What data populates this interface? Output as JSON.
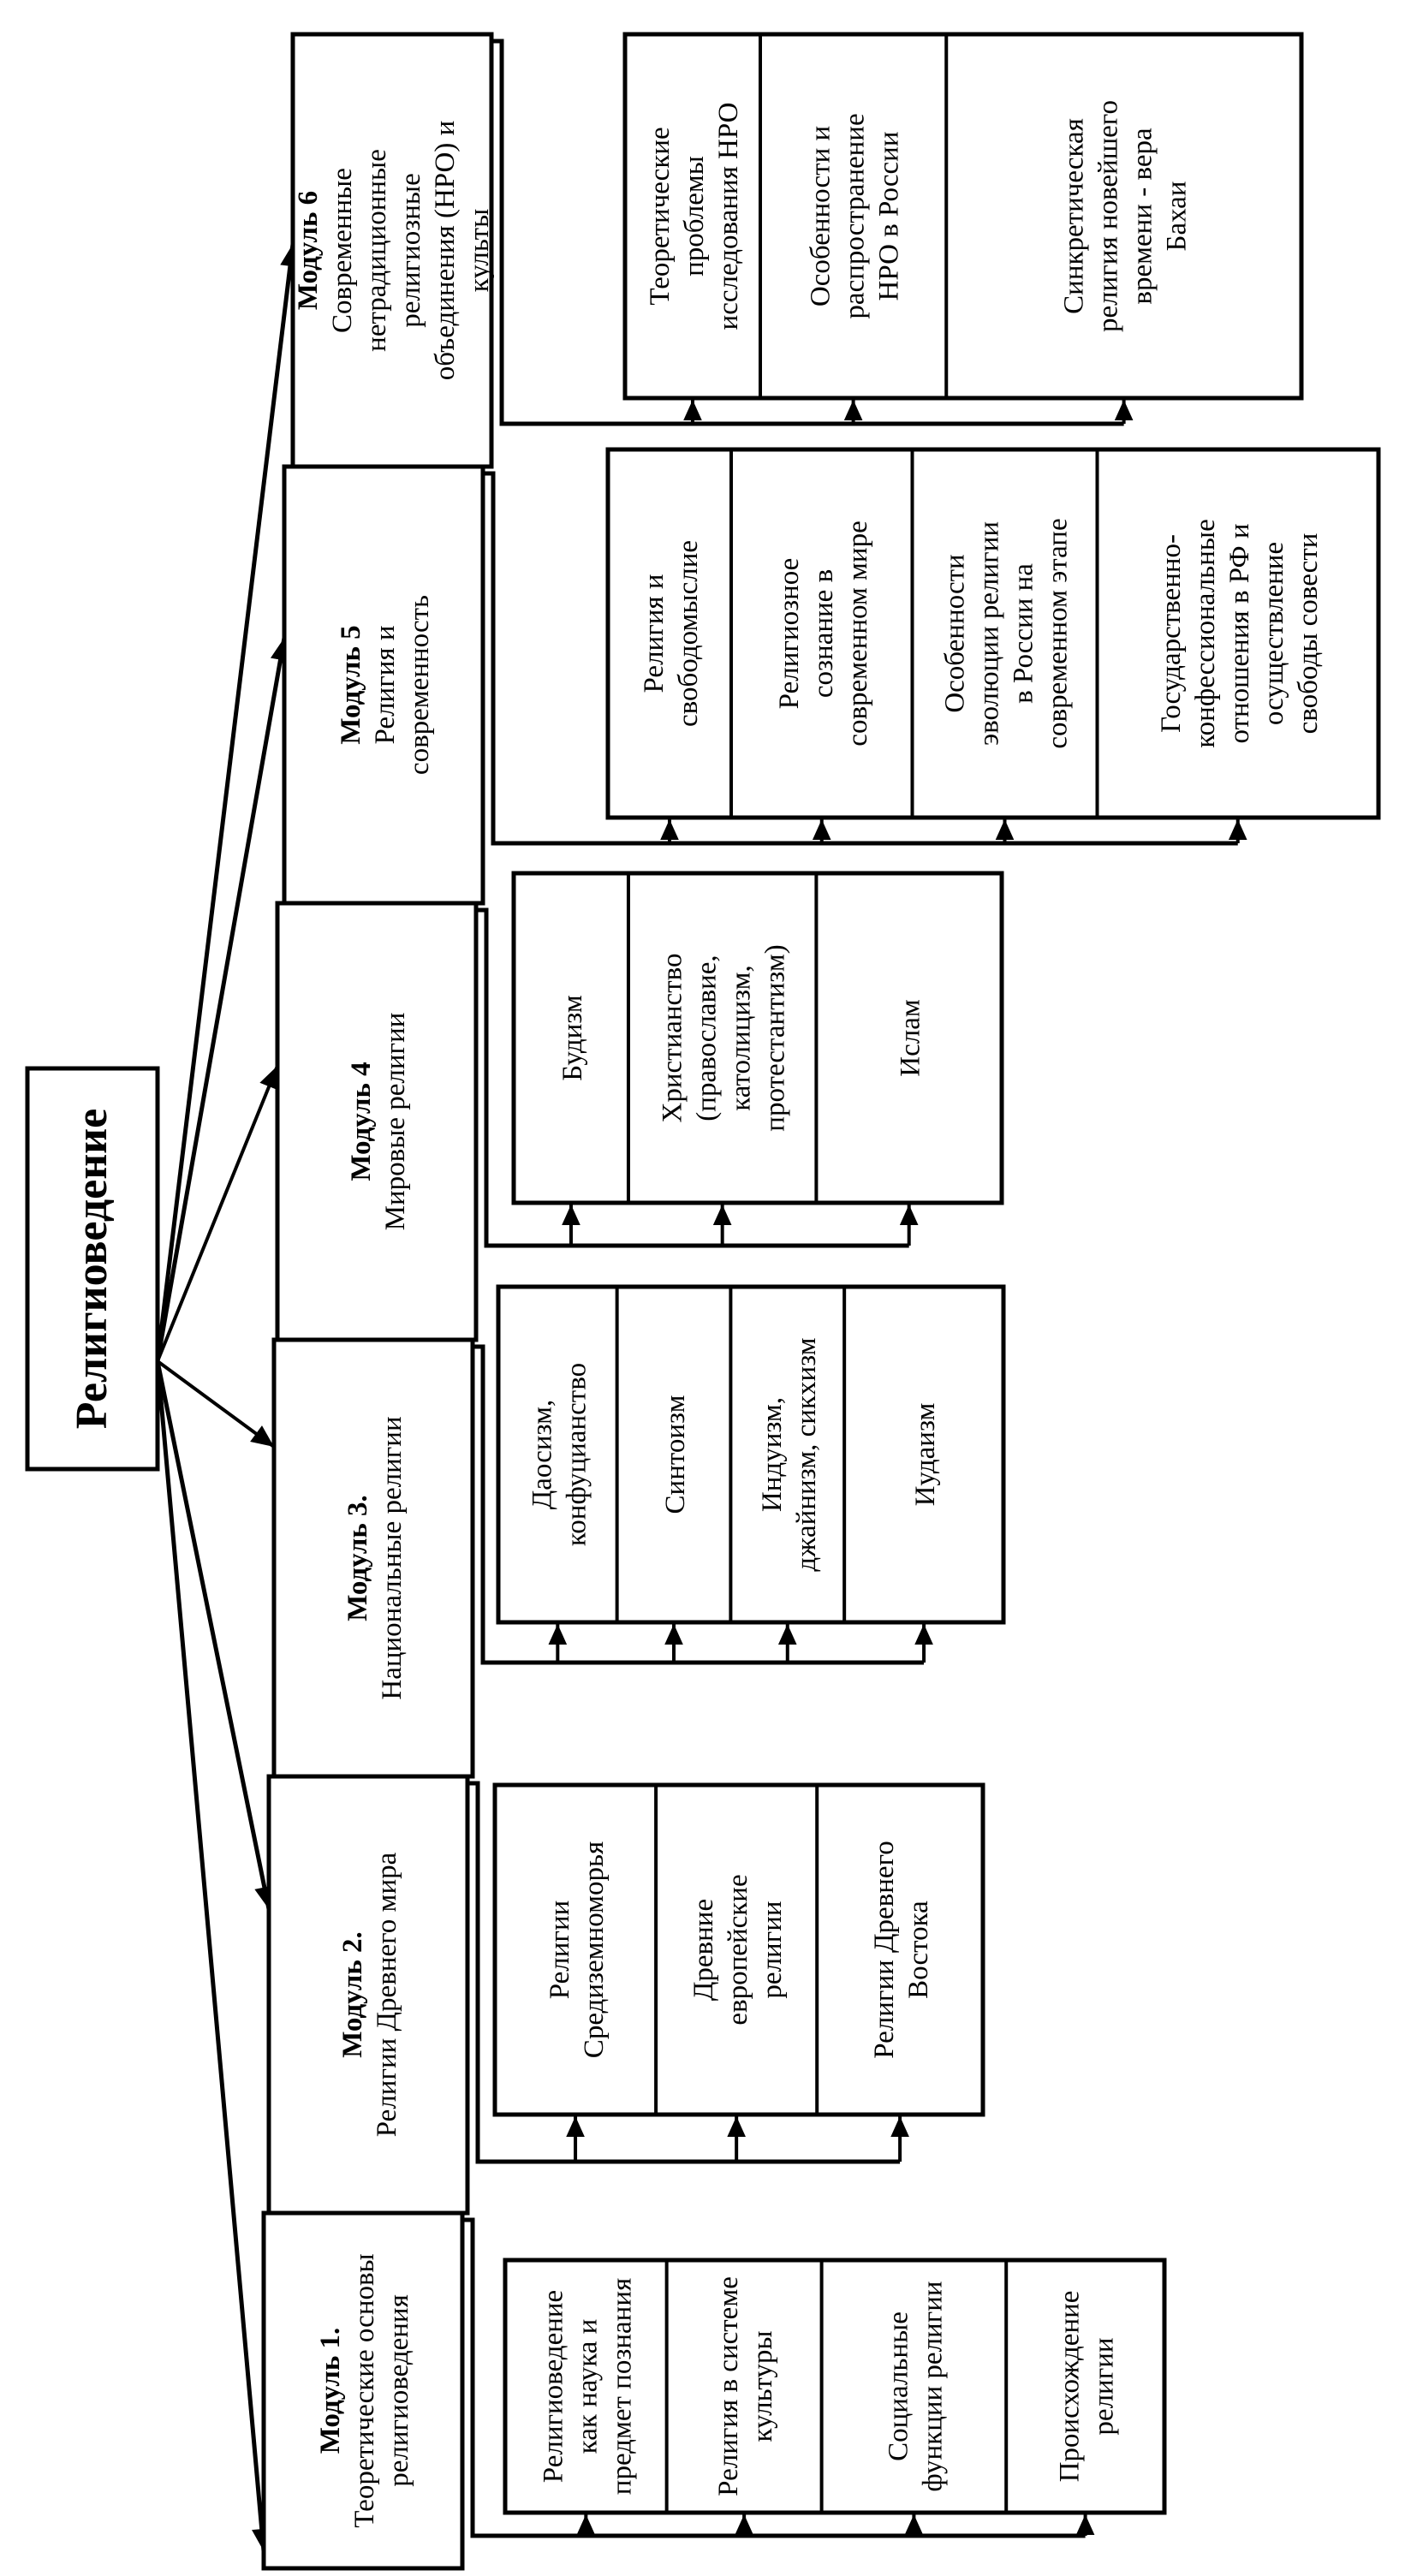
{
  "diagram": {
    "root": {
      "label": "Религиоведение"
    },
    "modules": [
      {
        "title": "Модуль 1.",
        "subtitle_lines": [
          "Теоретические основы",
          "религиоведения"
        ],
        "topics": [
          {
            "lines": [
              "Религиоведение",
              "как наука и",
              "предмет познания"
            ]
          },
          {
            "lines": [
              "Религия в системе",
              "культуры"
            ]
          },
          {
            "lines": [
              "Социальные",
              "функции религии"
            ]
          },
          {
            "lines": [
              "Происхождение",
              "религии"
            ]
          }
        ]
      },
      {
        "title": "Модуль 2.",
        "subtitle_lines": [
          "Религии Древнего мира"
        ],
        "topics": [
          {
            "lines": [
              "Религии",
              "Средиземноморья"
            ]
          },
          {
            "lines": [
              "Древние",
              "европейские",
              "религии"
            ]
          },
          {
            "lines": [
              "Религии Древнего",
              "Востока"
            ]
          }
        ]
      },
      {
        "title": "Модуль 3.",
        "subtitle_lines": [
          "Национальные религии"
        ],
        "topics": [
          {
            "lines": [
              "Даосизм,",
              "конфуцианство"
            ]
          },
          {
            "lines": [
              "Синтоизм"
            ]
          },
          {
            "lines": [
              "Индуизм,",
              "джайнизм, сикхизм"
            ]
          },
          {
            "lines": [
              "Иудаизм"
            ]
          }
        ]
      },
      {
        "title": "Модуль 4",
        "subtitle_lines": [
          "Мировые религии"
        ],
        "topics": [
          {
            "lines": [
              "Будизм"
            ]
          },
          {
            "lines": [
              "Христианство",
              "(православие,",
              "католицизм,",
              "протестантизм)"
            ]
          },
          {
            "lines": [
              "Ислам"
            ]
          }
        ]
      },
      {
        "title": "Модуль 5",
        "subtitle_lines": [
          "Религия и",
          "современность"
        ],
        "topics": [
          {
            "lines": [
              "Религия и",
              "свободомыслие"
            ]
          },
          {
            "lines": [
              "Религиозное",
              "сознание в",
              "современном мире"
            ]
          },
          {
            "lines": [
              "Особенности",
              "эволюции религии",
              "в России на",
              "современном этапе"
            ]
          },
          {
            "lines": [
              "Государственно-",
              "конфессиональные",
              "отношения в РФ и",
              "осуществление",
              "свободы совести"
            ]
          }
        ]
      },
      {
        "title": "Модуль 6",
        "subtitle_lines": [
          "Современные",
          "нетрадиционные",
          "религиозные",
          "объединения (НРО) и",
          "культы"
        ],
        "topics": [
          {
            "lines": [
              "Теоретические",
              "проблемы",
              "исследования НРО"
            ]
          },
          {
            "lines": [
              "Особенности и",
              "распространение",
              "НРО в России"
            ]
          },
          {
            "lines": [
              "Синкретическая",
              "религия новейшего",
              "времени - вера",
              "Бахаи"
            ]
          }
        ]
      }
    ]
  }
}
